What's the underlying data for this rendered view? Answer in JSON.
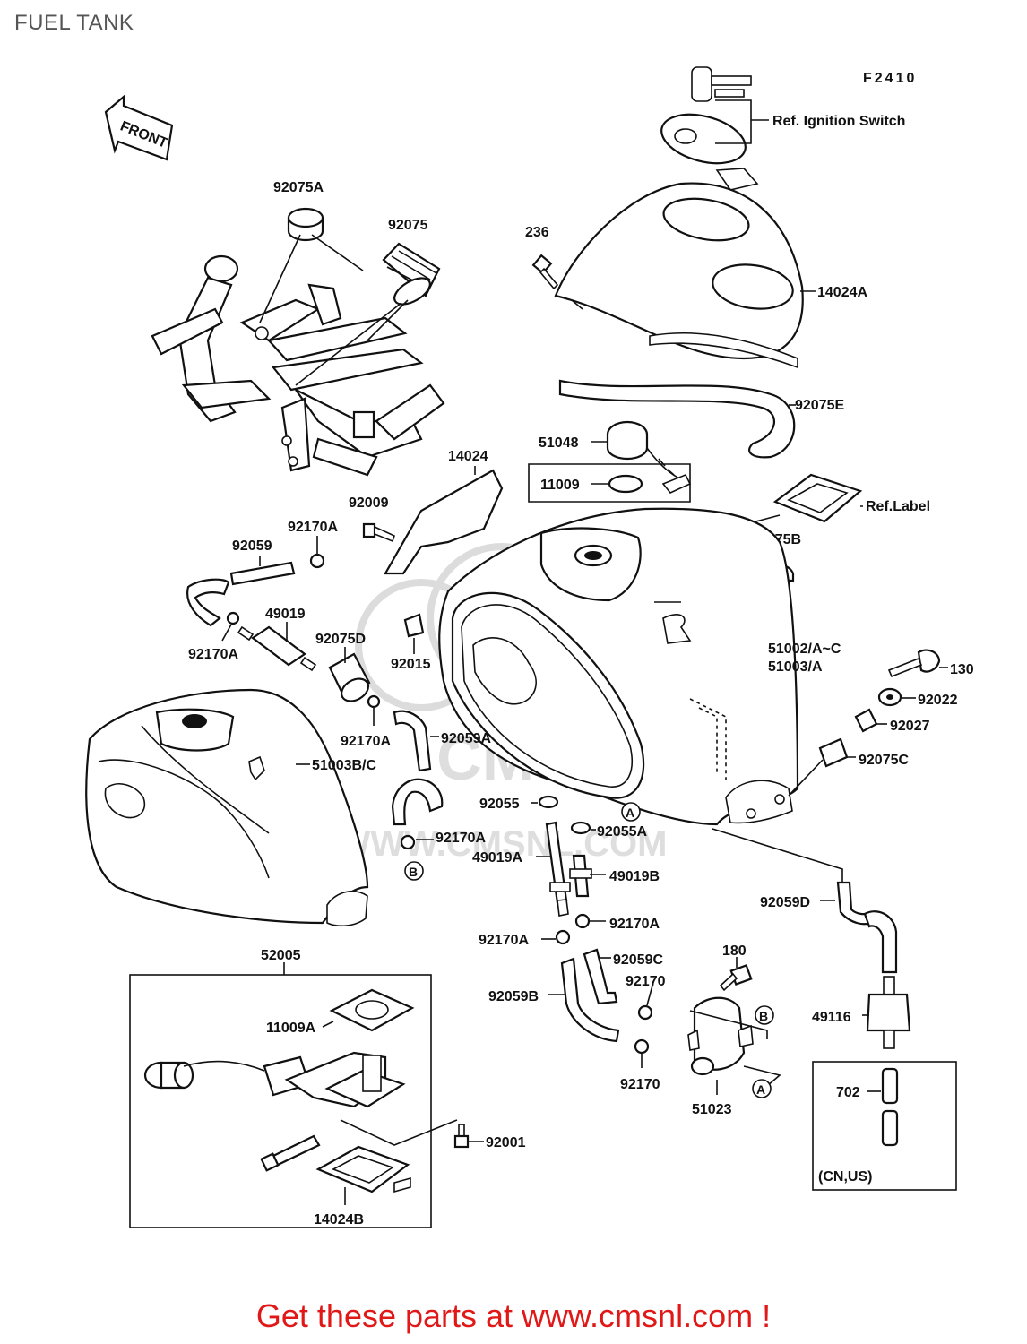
{
  "page_title": "FUEL TANK",
  "figure_code": "F2410",
  "footer": "Get these parts at www.cmsnl.com !",
  "watermark": "WWW.CMSNL.COM",
  "front_arrow": "FRONT",
  "labels": {
    "ref_ignition": "Ref. Ignition Switch",
    "p92075A": "92075A",
    "p92075": "92075",
    "p236": "236",
    "p14024A": "14024A",
    "p92075E": "92075E",
    "p51048": "51048",
    "p11009": "11009",
    "p14024": "14024",
    "ref_label": "Ref.Label",
    "p92009": "92009",
    "p92170A_1": "92170A",
    "p92059": "92059",
    "p92075B": "92075B",
    "p49019": "49019",
    "p92170A_2": "92170A",
    "p92075D": "92075D",
    "p92015": "92015",
    "p51002": "51002/A~C",
    "p51003A": "51003/A",
    "p130": "130",
    "p92022": "92022",
    "p92027": "92027",
    "p92170A_3": "92170A",
    "p92059A": "92059A",
    "p51003BC": "51003B/C",
    "p92075C": "92075C",
    "p92055": "92055",
    "p92055A": "92055A",
    "p92170A_4": "92170A",
    "p49019A": "49019A",
    "p49019B": "49019B",
    "p92059D": "92059D",
    "p92170A_5": "92170A",
    "p92170A_6": "92170A",
    "p92059C": "92059C",
    "p52005": "52005",
    "p180": "180",
    "p92170_1": "92170",
    "p92059B": "92059B",
    "p11009A": "11009A",
    "p49116": "49116",
    "p92170_2": "92170",
    "p51023": "51023",
    "p702": "702",
    "cn_us": "(CN,US)",
    "p92001": "92001",
    "p14024B": "14024B",
    "circle_A": "A",
    "circle_B": "B"
  }
}
